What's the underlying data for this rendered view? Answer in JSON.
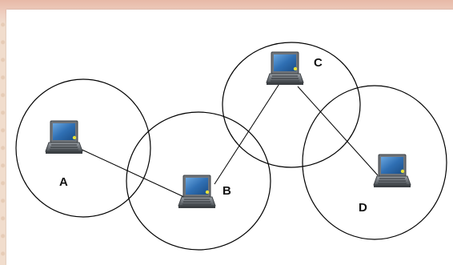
{
  "nodes": [
    {
      "id": "A",
      "label": "A"
    },
    {
      "id": "B",
      "label": "B"
    },
    {
      "id": "C",
      "label": "C"
    },
    {
      "id": "D",
      "label": "D"
    }
  ],
  "links": [
    {
      "from": "A",
      "to": "B"
    },
    {
      "from": "B",
      "to": "C"
    },
    {
      "from": "C",
      "to": "D"
    }
  ],
  "icons": {
    "node": "laptop-icon"
  },
  "colors": {
    "line": "#000000",
    "range_circle": "#000000",
    "laptop_screen": "#2f6fb3",
    "laptop_led": "#e8e23a"
  }
}
